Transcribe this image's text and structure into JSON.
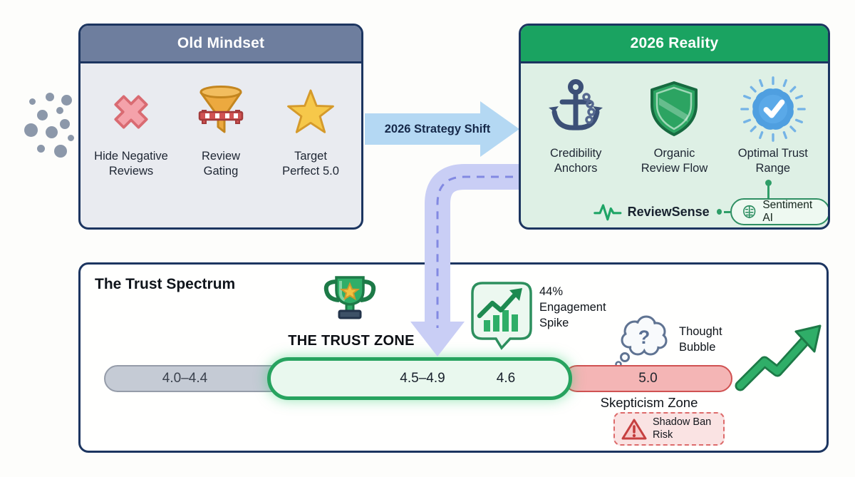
{
  "old_mindset": {
    "title": "Old Mindset",
    "items": [
      {
        "icon": "x-icon",
        "label": "Hide Negative\nReviews"
      },
      {
        "icon": "funnel-gating-icon",
        "label": "Review\nGating"
      },
      {
        "icon": "star-icon",
        "label": "Target\nPerfect 5.0"
      }
    ]
  },
  "strategy_arrow": {
    "label": "2026 Strategy Shift"
  },
  "reality": {
    "title": "2026 Reality",
    "items": [
      {
        "icon": "anchor-icon",
        "label": "Credibility\nAnchors"
      },
      {
        "icon": "shield-icon",
        "label": "Organic\nReview Flow"
      },
      {
        "icon": "verified-badge-icon",
        "label": "Optimal Trust\nRange"
      }
    ],
    "review_sense_label": "ReviewSense",
    "sentiment_badge_label": "Sentiment AI"
  },
  "spectrum": {
    "title": "The Trust Spectrum",
    "trust_zone_label": "THE TRUST ZONE",
    "engagement_note": "44%\nEngagement\nSpike",
    "thought_note": "Thought\nBubble",
    "segments": [
      {
        "id": "caution",
        "range": "4.0–4.4",
        "color": "#c5cbd5"
      },
      {
        "id": "trust-zone",
        "range": "4.5–4.9",
        "marker": "4.6",
        "color": "#27a35f"
      },
      {
        "id": "skepticism",
        "range": "5.0",
        "color": "#d05252"
      }
    ],
    "skepticism_label": "Skepticism Zone",
    "shadow_ban_note": "Shadow Ban\nRisk"
  },
  "colors": {
    "old_header": "#6e7e9e",
    "reality_header": "#1aa361",
    "navy_border": "#1c3560",
    "shift_arrow_blue": "#b4d8f3",
    "flow_band_purple": "#c9cef5",
    "trust_green": "#27a35f",
    "risk_red": "#d05252"
  }
}
